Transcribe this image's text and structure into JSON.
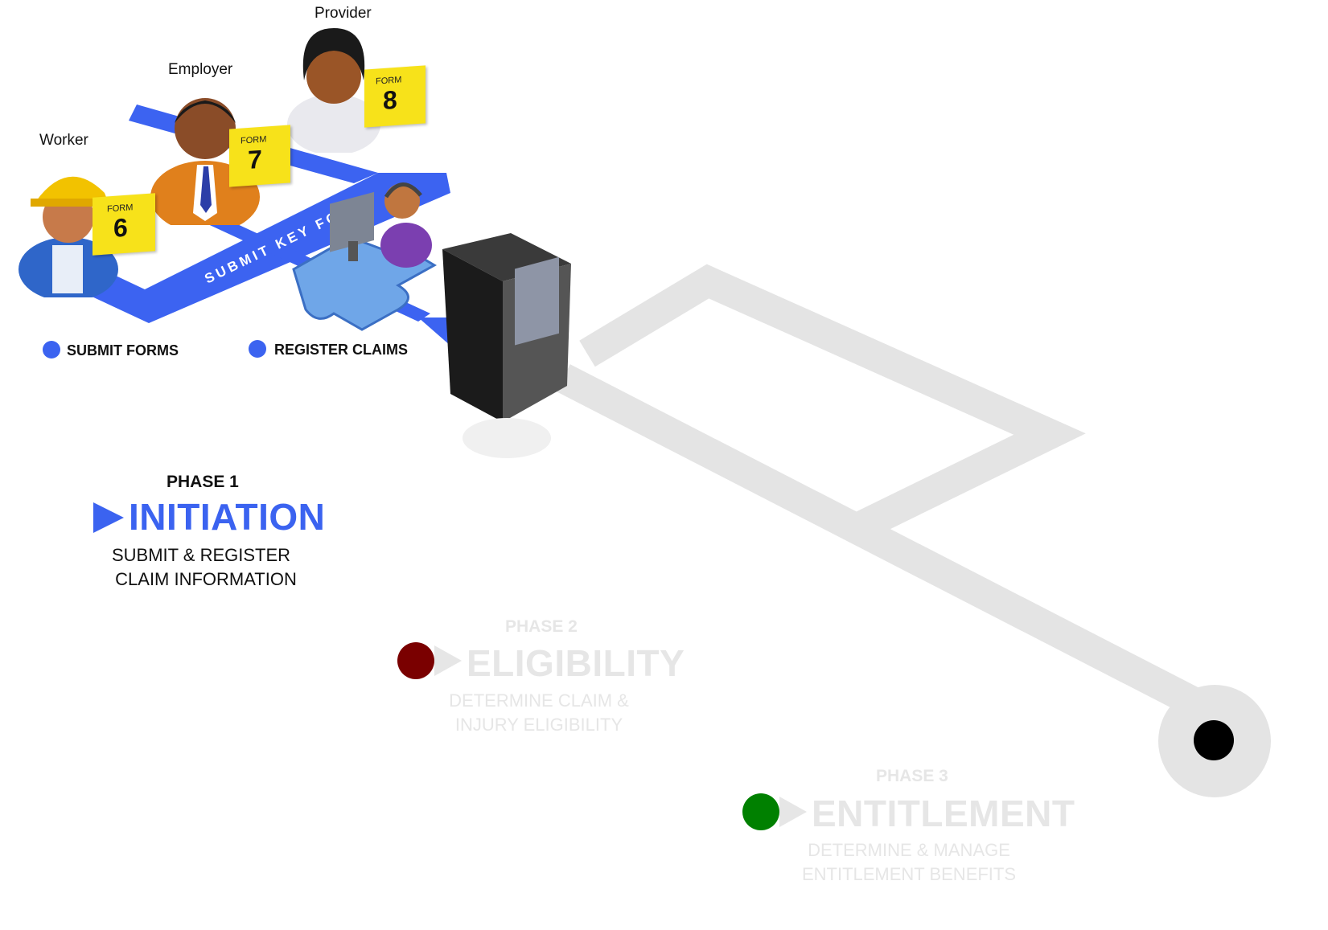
{
  "roles": {
    "worker": {
      "label": "Worker",
      "form_word": "FORM",
      "form_number": "6"
    },
    "employer": {
      "label": "Employer",
      "form_word": "FORM",
      "form_number": "7"
    },
    "provider": {
      "label": "Provider",
      "form_word": "FORM",
      "form_number": "8"
    }
  },
  "path_label": "SUBMIT KEY FORMS",
  "legend": [
    {
      "label": "SUBMIT FORMS",
      "color": "#3b63f0"
    },
    {
      "label": "REGISTER CLAIMS",
      "color": "#3b63f0"
    }
  ],
  "phases": [
    {
      "number": "PHASE 1",
      "title": "INITIATION",
      "desc_line1": "SUBMIT & REGISTER",
      "desc_line2": "CLAIM INFORMATION",
      "title_color": "#3b63f0",
      "dot_color": ""
    },
    {
      "number": "PHASE 2",
      "title": "ELIGIBILITY",
      "desc_line1": "DETERMINE CLAIM &",
      "desc_line2": "INJURY ELIGIBILITY",
      "title_color": "#e6e6e6",
      "dot_color": "#7a0000"
    },
    {
      "number": "PHASE 3",
      "title": "ENTITLEMENT",
      "desc_line1": "DETERMINE & MANAGE",
      "desc_line2": "ENTITLEMENT BENEFITS",
      "title_color": "#e6e6e6",
      "dot_color": "#008000"
    }
  ],
  "colors": {
    "accent_blue": "#3b63f0",
    "track_gray": "#e4e4e4",
    "form_yellow": "#f7e21a",
    "end_dot": "#000000"
  },
  "icons": [
    "worker-hardhat-icon",
    "employer-suit-icon",
    "provider-icon",
    "form-note-icon",
    "call-center-agent-icon",
    "puzzle-piece-icon",
    "server-tower-icon"
  ]
}
